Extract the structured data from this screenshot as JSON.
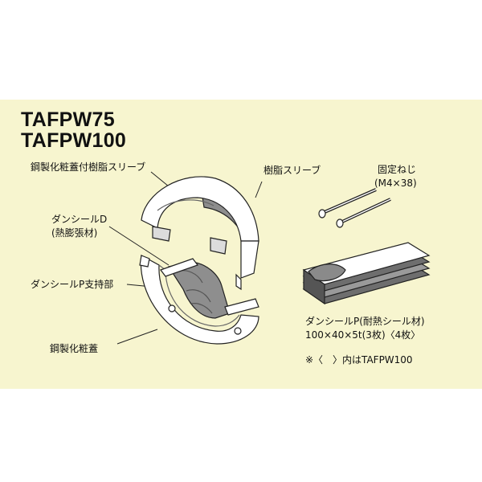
{
  "models": {
    "line1": "TAFPW75",
    "line2": "TAFPW100"
  },
  "labels": {
    "steel_cover_with_resin_sleeve": "鋼製化粧蓋付樹脂スリーブ",
    "resin_sleeve": "樹脂スリーブ",
    "fixing_screw": "固定ねじ",
    "fixing_screw_size": "(M4×38)",
    "dunseal_d": "ダンシールD",
    "dunseal_d_note": "(熱膨張材)",
    "dunseal_p_support": "ダンシールP支持部",
    "steel_cover": "鋼製化粧蓋",
    "dunseal_p": "ダンシールP(耐熱シール材)",
    "dunseal_p_size": "100×40×5t(3枚)〈4枚〉",
    "footnote": "※〈　〉内はTAFPW100"
  },
  "colors": {
    "panel": "#f7f5cf",
    "part_fill": "#ffffff",
    "shade": "#9a9a9a",
    "line": "#222222"
  }
}
